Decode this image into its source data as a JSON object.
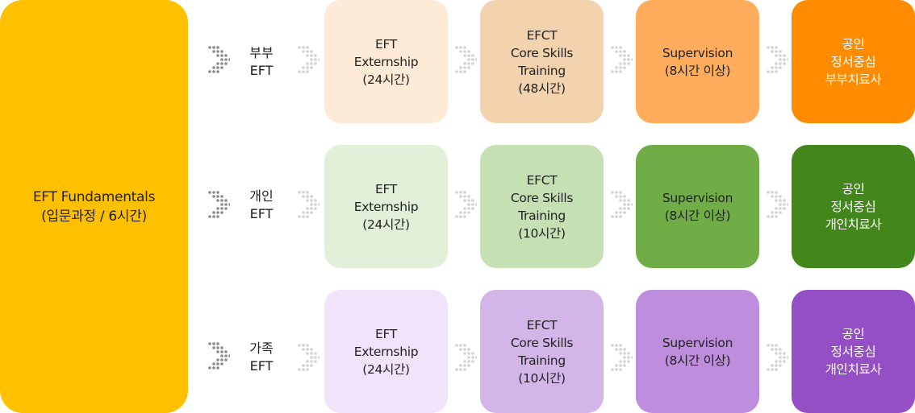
{
  "colors": {
    "fundamentals": "#FFC000",
    "arrow_dark": "#8C8C8C",
    "arrow_light": "#D2D2D2"
  },
  "fundamentals": {
    "label": "EFT Fundamentals\n(입문과정 / 6시간)"
  },
  "rows": [
    {
      "track_label": "부부\nEFT",
      "externship": "EFT\nExternship\n(24시간)",
      "core_skills": "EFCT\nCore Skills\nTraining\n(48시간)",
      "supervision": "Supervision\n(8시간 이상)",
      "certificate": "공인\n정서중심\n부부치료사",
      "colors": [
        "#FEEBD7",
        "#F3D3AD",
        "#FFAD5C",
        "#FF8C00"
      ]
    },
    {
      "track_label": "개인\nEFT",
      "externship": "EFT\nExternship\n(24시간)",
      "core_skills": "EFCT\nCore Skills\nTraining\n(10시간)",
      "supervision": "Supervision\n(8시간 이상)",
      "certificate": "공인\n정서중심\n개인치료사",
      "colors": [
        "#E2EFD9",
        "#C5E0B3",
        "#70AD47",
        "#43861C"
      ]
    },
    {
      "track_label": "가족\nEFT",
      "externship": "EFT\nExternship\n(24시간)",
      "core_skills": "EFCT\nCore Skills\nTraining\n(10시간)",
      "supervision": "Supervision\n(8시간 이상)",
      "certificate": "공인\n정서중심\n개인치료사",
      "colors": [
        "#F1E3F9",
        "#D3B5EA",
        "#BE8DDE",
        "#954FC5"
      ]
    }
  ]
}
